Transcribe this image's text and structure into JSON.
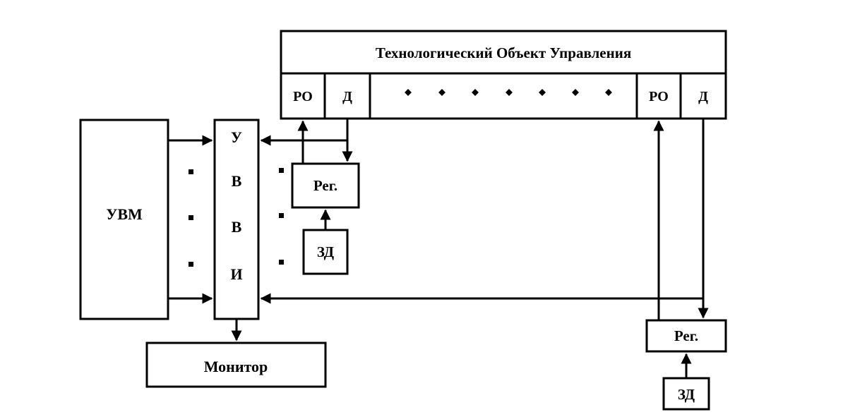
{
  "object": {
    "title": "Технологический Объект Управления",
    "left_ro": "РО",
    "left_d": "Д",
    "right_ro": "РО",
    "right_d": "Д"
  },
  "uvm": {
    "label": "УВМ"
  },
  "uvvi": {
    "letters": [
      "У",
      "В",
      "В",
      "И"
    ]
  },
  "monitor": {
    "label": "Монитор"
  },
  "reg1": {
    "label": "Рег.",
    "zd": "ЗД"
  },
  "reg2": {
    "label": "Рег.",
    "zd": "ЗД"
  }
}
